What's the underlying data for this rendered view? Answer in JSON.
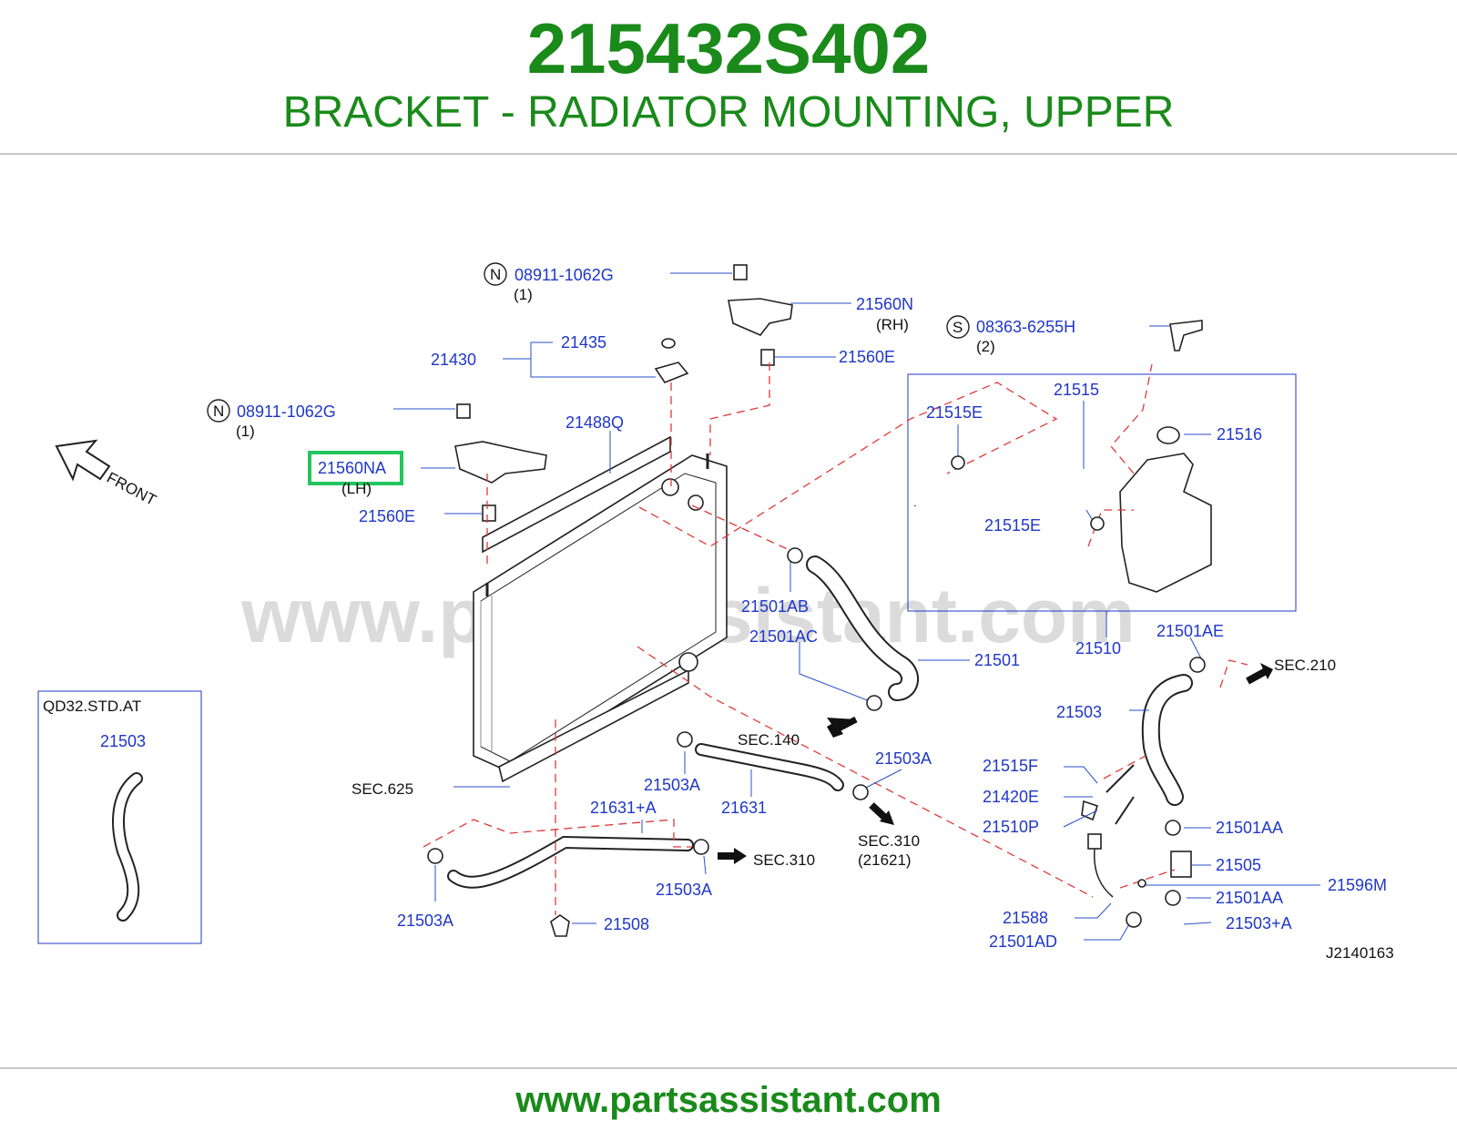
{
  "header": {
    "part_number": "215432S402",
    "description": "BRACKET - RADIATOR MOUNTING, UPPER"
  },
  "footer": {
    "url": "www.partsassistant.com"
  },
  "diagram": {
    "watermark": "www.partsassistant.com",
    "front_label": "FRONT",
    "highlighted_part": "21560NA",
    "labels": {
      "n1": "08911-1062G",
      "n1_qty": "(1)",
      "n1_badge": "N",
      "p21560N": "21560N",
      "rh": "(RH)",
      "s1": "08363-6255H",
      "s1_qty": "(2)",
      "s1_badge": "S",
      "p21435": "21435",
      "p21430": "21430",
      "p21560E_top": "21560E",
      "n2": "08911-1062G",
      "n2_qty": "(1)",
      "n2_badge": "N",
      "p21488Q": "21488Q",
      "p21560NA": "21560NA",
      "lh": "(LH)",
      "p21560E_left": "21560E",
      "p21515": "21515",
      "p21515E_a": "21515E",
      "p21516": "21516",
      "p21515E_b": "21515E",
      "p21501AB": "21501AB",
      "p21501AC": "21501AC",
      "p21501": "21501",
      "p21510": "21510",
      "p21501AE": "21501AE",
      "sec210": "SEC.210",
      "p21503_r": "21503",
      "sec140": "SEC.140",
      "qd32": "QD32.STD.AT",
      "p21503_box": "21503",
      "sec625": "SEC.625",
      "p21503A_1": "21503A",
      "p21503A_2": "21503A",
      "p21631": "21631",
      "p21631A": "21631+A",
      "sec310_a": "SEC.310",
      "sec310_b": "SEC.310",
      "p21621": "(21621)",
      "p21503A_3": "21503A",
      "p21503A_4": "21503A",
      "p21508": "21508",
      "p21515F": "21515F",
      "p21420E": "21420E",
      "p21510P": "21510P",
      "p21501AA_1": "21501AA",
      "p21505": "21505",
      "p21596M": "21596M",
      "p21501AA_2": "21501AA",
      "p21588": "21588",
      "p21503A_plus": "21503+A",
      "p21501AD": "21501AD",
      "ref": "J2140163"
    }
  },
  "colors": {
    "brand_green": "#1a8a1a",
    "label_blue": "#1f37c8",
    "highlight": "#22c55e",
    "dashed_red": "#e03a3a"
  }
}
